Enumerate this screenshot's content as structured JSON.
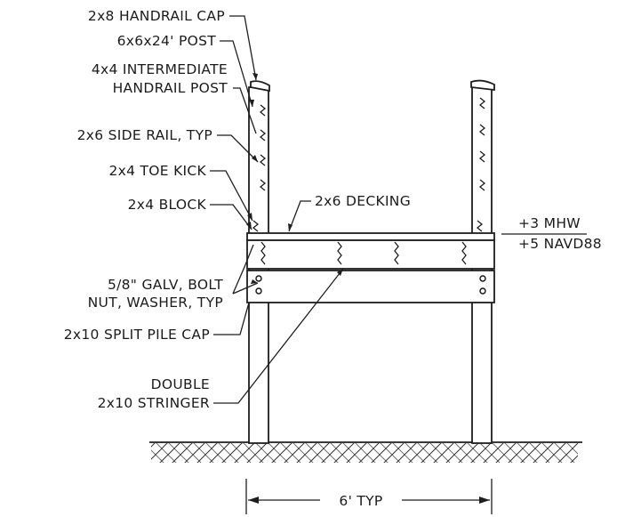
{
  "labels": {
    "handrail_cap": "2x8 HANDRAIL CAP",
    "post": "6x6x24' POST",
    "intermediate_post_1": "4x4 INTERMEDIATE",
    "intermediate_post_2": "HANDRAIL POST",
    "side_rail": "2x6 SIDE RAIL, TYP",
    "toe_kick": "2x4 TOE KICK",
    "block": "2x4 BLOCK",
    "decking": "2x6 DECKING",
    "bolt_1": "5/8\" GALV, BOLT",
    "bolt_2": "NUT, WASHER, TYP",
    "pile_cap": "2x10 SPLIT PILE CAP",
    "stringer_1": "DOUBLE",
    "stringer_2": "2x10 STRINGER"
  },
  "elevation": {
    "mhw": "+3 MHW",
    "navd": "+5 NAVD88"
  },
  "dimension": {
    "width": "6' TYP"
  }
}
